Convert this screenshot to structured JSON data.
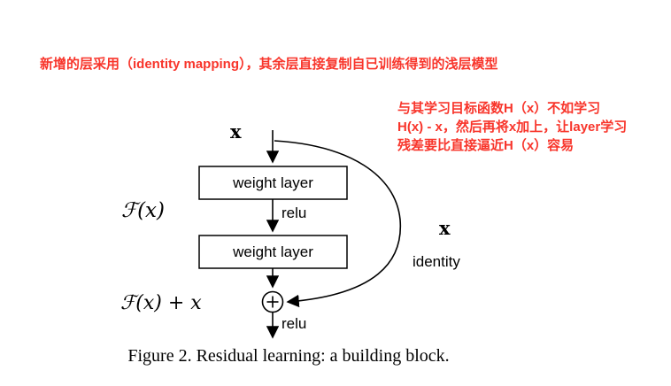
{
  "colors": {
    "annotation_red": "#f8352b",
    "diagram_ink": "#000000",
    "background": "#ffffff"
  },
  "annotations": {
    "top_note": "新增的层采用（identity mapping），其余层直接复制自已训练得到的浅层模型",
    "side_note_lines": [
      "与其学习目标函数H（x）不如学习",
      "H(x) - x，然后再将x加上，让layer学习",
      "残差要比直接逼近H（x）容易"
    ]
  },
  "diagram": {
    "input_label": "x",
    "weight_layer_1": "weight layer",
    "relu_1": "relu",
    "residual_function_label": "ℱ(x)",
    "weight_layer_2": "weight layer",
    "identity_input_label": "x",
    "identity_label": "identity",
    "sum_label": "ℱ(x) + x",
    "relu_2": "relu"
  },
  "caption": "Figure 2. Residual learning: a building block."
}
